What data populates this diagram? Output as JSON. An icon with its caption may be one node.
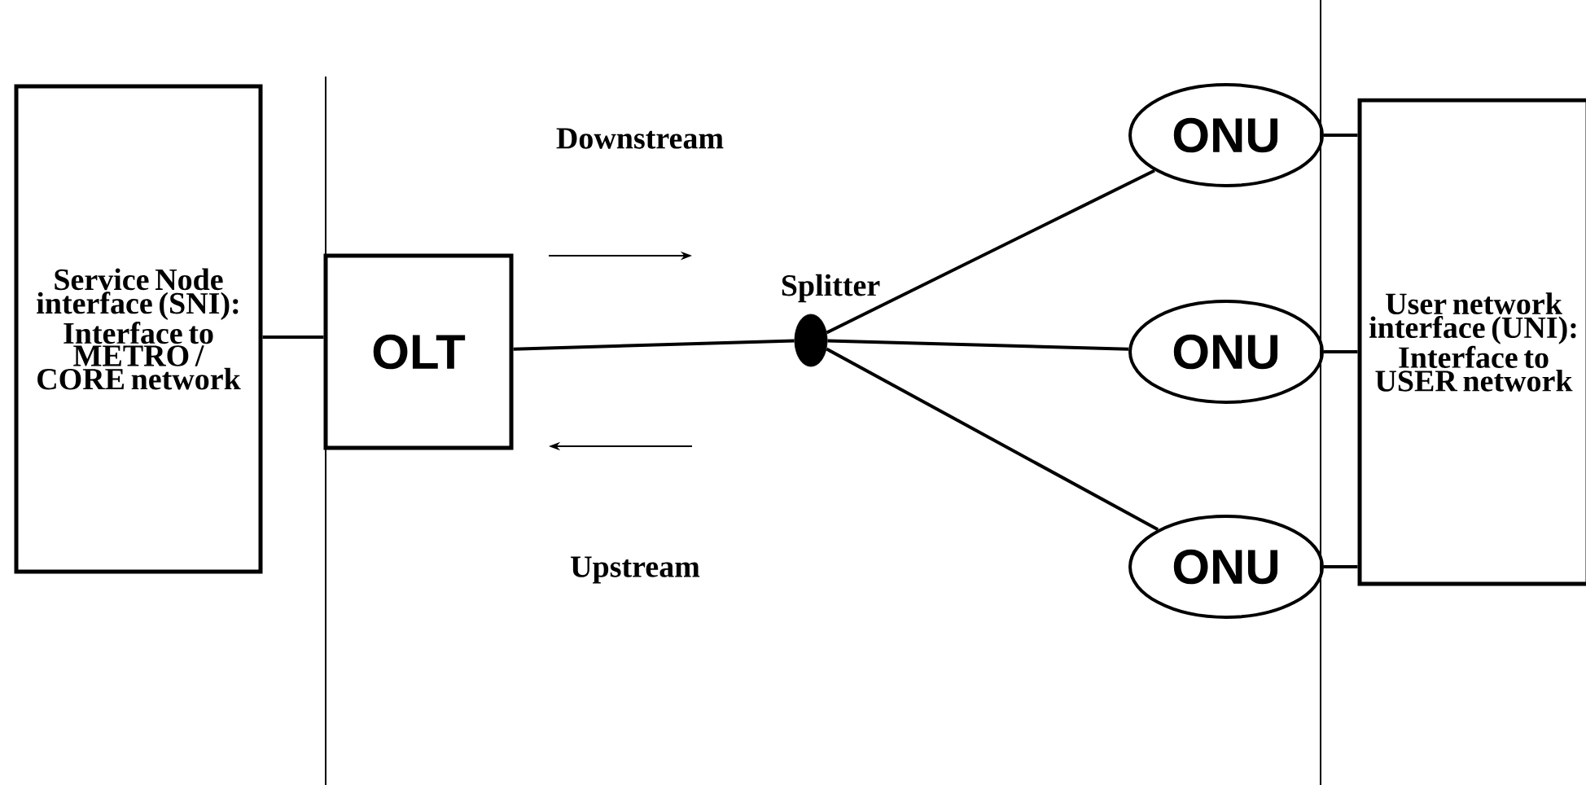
{
  "diagram": {
    "nodes": [
      {
        "text": [
          "Service Node interface (SNI): Interface to METRO / CORE network"
        ]
      },
      {
        "text": [
          "OLT"
        ]
      },
      {
        "text": [],
        "shape": "ellipse",
        "beside": [
          "Splitter"
        ]
      },
      {
        "text": [
          "ONU"
        ]
      },
      {
        "text": [
          "ONU"
        ]
      },
      {
        "text": [
          "ONU"
        ]
      },
      {
        "text": [
          "User network interface (UNI): Interface to USER network"
        ]
      }
    ],
    "edges": [
      {
        "from": 0,
        "to": 1,
        "arrow": "none"
      },
      {
        "from": 1,
        "to": 2,
        "arrow": "none"
      },
      {
        "from": 2,
        "to": 3,
        "arrow": "none"
      },
      {
        "from": 2,
        "to": 4,
        "arrow": "none"
      },
      {
        "from": 2,
        "to": 5,
        "arrow": "none"
      },
      {
        "from": 3,
        "to": 6,
        "arrow": "none"
      },
      {
        "from": 4,
        "to": 6,
        "arrow": "none"
      },
      {
        "from": 5,
        "to": 6,
        "arrow": "none"
      }
    ],
    "labels": [
      "Downstream",
      "Upstream"
    ]
  }
}
